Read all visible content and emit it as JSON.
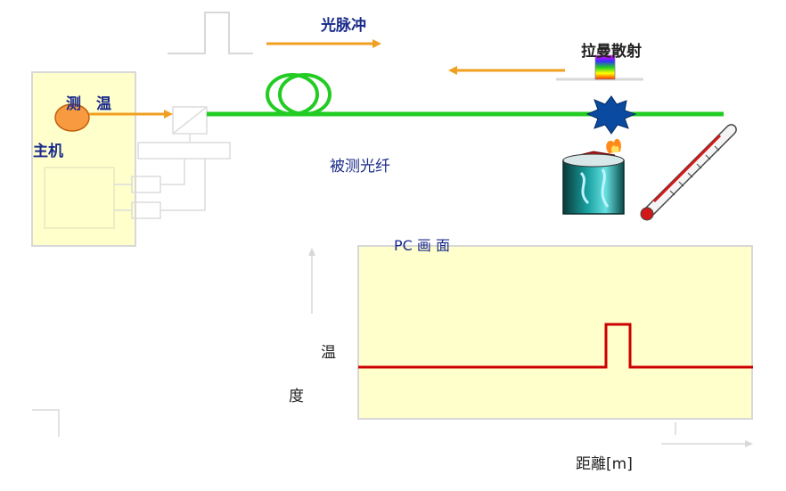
{
  "diagram": {
    "host_label": "主机",
    "measure_label": "测　温",
    "pulse_label": "光脉冲",
    "raman_label": "拉曼散射",
    "fiber_label": "被测光纤",
    "pc_screen_label": "PC  画  面",
    "temperature_label_1": "温",
    "temperature_label_2": "度",
    "distance_label": "距離[m]"
  },
  "colors": {
    "host_fill": "#ffffcc",
    "fiber": "#22cc22",
    "arrow": "#f0a020",
    "trace": "#cc0000",
    "label_text": "#1a2a8a"
  }
}
